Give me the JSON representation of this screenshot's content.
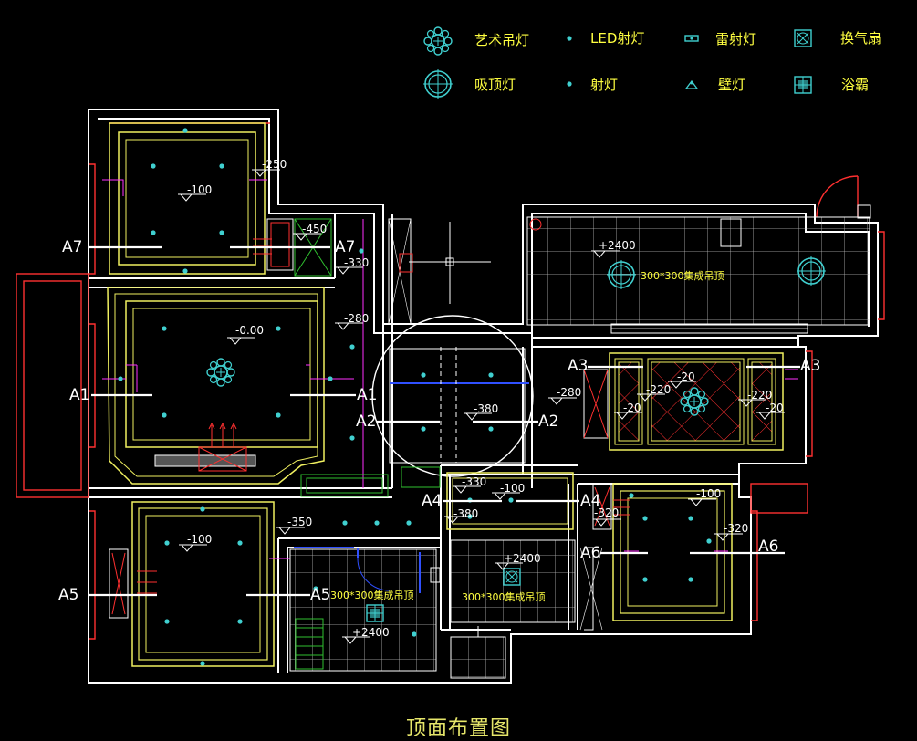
{
  "title": "顶面布置图",
  "legend": [
    {
      "label": "艺术吊灯",
      "icon": "chandelier-icon"
    },
    {
      "label": "LED射灯",
      "icon": "led-spotlight-icon"
    },
    {
      "label": "雷射灯",
      "icon": "laser-light-icon"
    },
    {
      "label": "换气扇",
      "icon": "ventilation-fan-icon"
    },
    {
      "label": "吸顶灯",
      "icon": "ceiling-light-icon"
    },
    {
      "label": "射灯",
      "icon": "spotlight-icon"
    },
    {
      "label": "壁灯",
      "icon": "wall-lamp-icon"
    },
    {
      "label": "浴霸",
      "icon": "bath-heater-icon"
    }
  ],
  "elevations": {
    "e_m250": "-250",
    "e_m100_a": "-100",
    "e_m450": "-450",
    "e_m330_a": "-330",
    "e_2400_a": "+2400",
    "e_m280_a": "-280",
    "e_000": "-0.00",
    "e_m380_a": "-380",
    "e_m280_b": "-280",
    "e_m220_a": "-220",
    "e_m20_a": "-20",
    "e_m20_b": "-20",
    "e_m220_b": "-220",
    "e_m20_c": "-20",
    "e_m330_b": "-330",
    "e_m100_b": "-100",
    "e_m380_b": "-380",
    "e_m320_a": "-320",
    "e_m100_c": "-100",
    "e_m320_b": "-320",
    "e_m350": "-350",
    "e_m100_d": "-100",
    "e_2400_b": "+2400",
    "e_2400_c": "+2400"
  },
  "notes": {
    "tile_ceiling_a": "300*300集成吊顶",
    "tile_ceiling_b": "300*300集成吊顶",
    "tile_ceiling_c": "300*300集成吊顶"
  },
  "section_marks": {
    "a1_l": "A1",
    "a1_r": "A1",
    "a2_l": "A2",
    "a2_r": "A2",
    "a3_l": "A3",
    "a3_r": "A3",
    "a4_l": "A4",
    "a4_r": "A4",
    "a5_l": "A5",
    "a5_r": "A5",
    "a6_l": "A6",
    "a6_r": "A6",
    "a7_l": "A7",
    "a7_r": "A7"
  },
  "colors": {
    "wall": "#ffffff",
    "ceiling_line": "#f0f060",
    "light": "#40d0d0",
    "window": "#ff3030",
    "magenta": "#ff30ff",
    "grid": "#c0c0c0",
    "text_yellow": "#ffff40",
    "green": "#30c030",
    "blue": "#3050ff"
  }
}
